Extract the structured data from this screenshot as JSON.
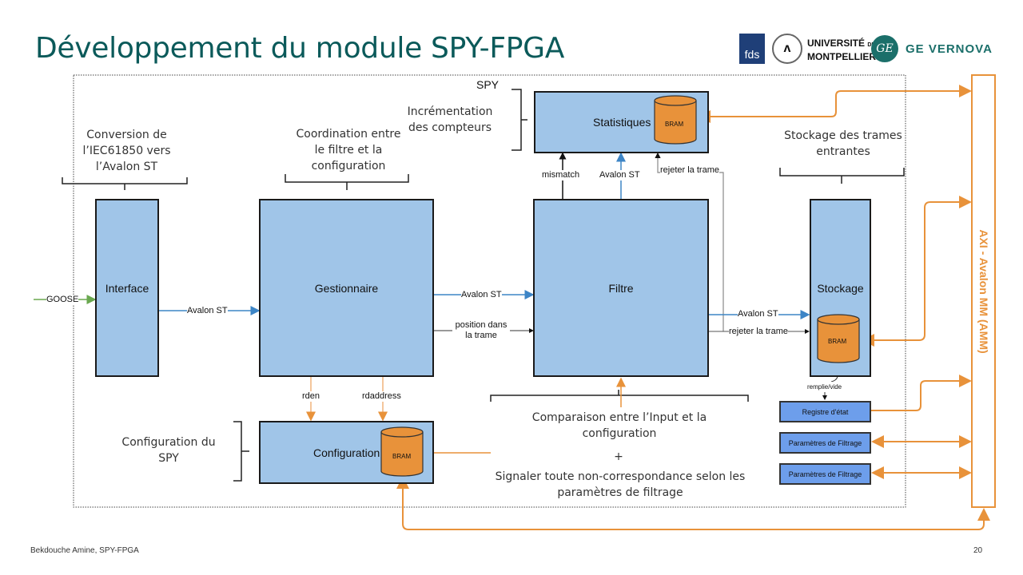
{
  "slide": {
    "title": "Développement du module SPY-FPGA",
    "footer_left": "Bekdouche Amine, SPY-FPGA",
    "page_number": "20"
  },
  "logos": {
    "fds": "fds",
    "um_line1": "UNIVERSITÉ",
    "um_de": "DE",
    "um_line2": "MONTPELLIER",
    "ge_mark": "GE",
    "ge_text": "GE VERNOVA"
  },
  "diagram": {
    "spy_label": "SPY",
    "blocks": {
      "interface": "Interface",
      "gestionnaire": "Gestionnaire",
      "filtre": "Filtre",
      "stockage": "Stockage",
      "statistiques": "Statistiques",
      "configuration": "Configuration",
      "registre": "Registre d'état",
      "param1": "Paramètres de Filtrage",
      "param2": "Paramètres de Filtrage",
      "axi": "AXI - Avalon MM (AMM)",
      "bram": "BRAM"
    },
    "signals": {
      "goose": "GOOSE",
      "avalon_if_gest": "Avalon ST",
      "avalon_gest_filtre": "Avalon ST",
      "position": "position dans la trame",
      "mismatch": "mismatch",
      "avalon_filtre_stat": "Avalon ST",
      "rejeter_stat": "rejeter la trame",
      "avalon_filtre_stock": "Avalon ST",
      "rejeter_stock": "rejeter la trame",
      "rden": "rden",
      "rdaddress": "rdaddress",
      "remplie": "remplie/vide"
    },
    "notes": {
      "interface": "Conversion de l’IEC61850 vers l’Avalon ST",
      "gestionnaire": "Coordination entre le filtre et la configuration",
      "statistiques": "Incrémentation des compteurs",
      "stockage": "Stockage des trames entrantes",
      "configuration": "Configuration du SPY",
      "filtre_line1": "Comparaison entre l’Input et la configuration",
      "filtre_plus": "+",
      "filtre_line2": "Signaler toute non-correspondance selon les paramètres de filtrage"
    }
  },
  "colors": {
    "title": "#0b5a5a",
    "block": "#a0c5e8",
    "register": "#6d9eeb",
    "orange": "#e8923a",
    "blue_arrow": "#3d85c6",
    "green_arrow": "#6aa84f"
  }
}
